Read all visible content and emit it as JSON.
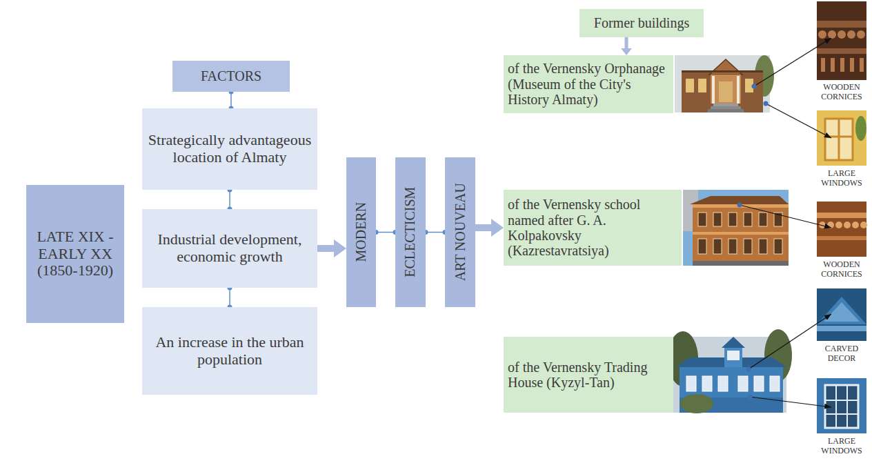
{
  "diagram": {
    "nodes": [
      {
        "text": [
          "LATE XIX - EARLY XX (1850-1920)"
        ]
      },
      {
        "text": [
          "FACTORS"
        ]
      },
      {
        "text": [
          "Strategically advantageous location of Almaty"
        ]
      },
      {
        "text": [
          "Industrial development, economic growth"
        ]
      },
      {
        "text": [
          "An increase in the urban population"
        ]
      },
      {
        "text": [
          "MODERN"
        ]
      },
      {
        "text": [
          "ECLECTICISM"
        ]
      },
      {
        "text": [
          "ART NOUVEAU"
        ]
      },
      {
        "text": [
          "Former buildings"
        ]
      },
      {
        "text": [
          "of the Vernensky Orphanage (Museum of the City's History Almaty)"
        ]
      },
      {
        "text": [
          "of the Vernensky school named after G. A. Kolpakovsky (Kazrestavratsiya)"
        ]
      },
      {
        "text": [
          "of the Vernensky Trading House (Kyzyl-Tan)"
        ]
      }
    ],
    "edges": [
      {
        "from": 1,
        "to": 2,
        "arrow": "none"
      },
      {
        "from": 2,
        "to": 3,
        "arrow": "none"
      },
      {
        "from": 3,
        "to": 4,
        "arrow": "none"
      },
      {
        "from": 3,
        "to": 5,
        "arrow": "to"
      },
      {
        "from": 5,
        "to": 6,
        "arrow": "none"
      },
      {
        "from": 6,
        "to": 7,
        "arrow": "none"
      },
      {
        "from": 7,
        "to": 10,
        "arrow": "to"
      },
      {
        "from": 8,
        "to": 9,
        "arrow": "to"
      }
    ],
    "labels": [
      "WOODEN CORNICES",
      "LARGE WINDOWS",
      "WOODEN CORNICES",
      "CARVED DECOR",
      "LARGE WINDOWS"
    ]
  }
}
